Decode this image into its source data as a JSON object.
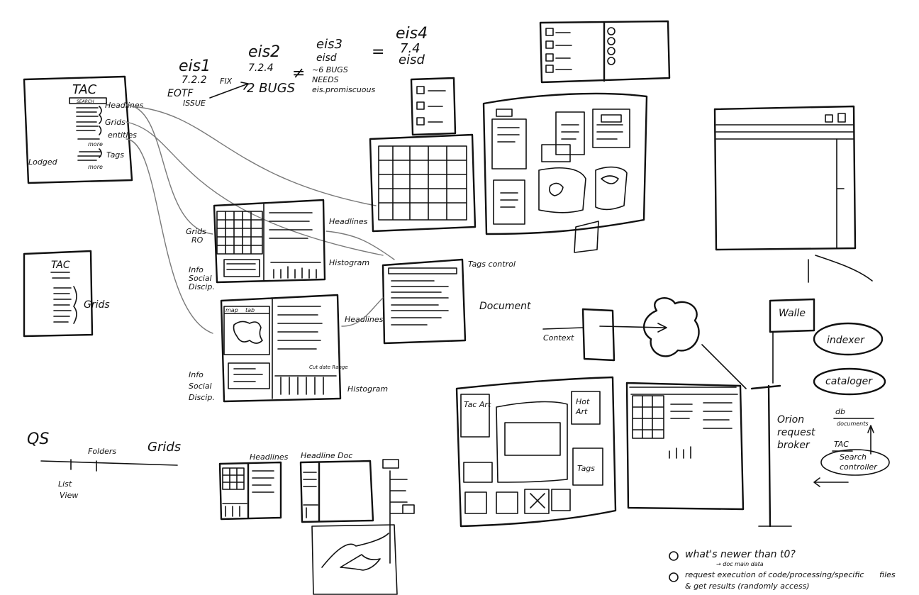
{
  "versions": {
    "v1": {
      "name": "eis1",
      "ver": "7.2.2",
      "note1": "EOTF",
      "note2": "ISSUE"
    },
    "fix": "FIX",
    "v2": {
      "name": "eis2",
      "ver": "7.2.4",
      "note": "2 BUGS"
    },
    "neq": "≠",
    "v3": {
      "name": "eis3",
      "ver": "eisd",
      "note1": "~6 BUGS",
      "note2": "NEEDS",
      "note3": "eis.promiscuous"
    },
    "eq": "=",
    "v4": {
      "name": "eis4",
      "ver": "7.4",
      "sub": "eisd"
    }
  },
  "tac_main": {
    "title": "TAC",
    "search": "SEARCH",
    "labels": [
      "Headlines",
      "Grids",
      "entities",
      "Tags"
    ],
    "left": "Lodged",
    "minor": [
      "more",
      "more"
    ]
  },
  "tac_small": {
    "title": "TAC",
    "label": "Grids"
  },
  "layout_a": {
    "left1": "Grids",
    "left2": "RO",
    "right1": "Headlines",
    "right2": "Histogram",
    "info": [
      "Info",
      "Social",
      "Discip."
    ]
  },
  "layout_b": {
    "tab1": "map",
    "tab2": "tab",
    "right1": "Headlines",
    "right2": "Histogram",
    "info": [
      "Info",
      "Social",
      "Discip."
    ],
    "note": "Cut date Range"
  },
  "doc_view": {
    "right1": "Tags control",
    "right2": "Document"
  },
  "qs": {
    "title": "QS",
    "folders": "Folders",
    "grids": "Grids",
    "list": "List",
    "view": "View"
  },
  "mini": {
    "h1": "Headlines",
    "h2": "Headline Doc"
  },
  "arch": {
    "context": "Context",
    "white": "Walle",
    "indexer": "indexer",
    "cataloger": "cataloger",
    "broker": [
      "Orion",
      "request",
      "broker"
    ],
    "db": "db",
    "docs": "documents",
    "tac": "TAC",
    "search": [
      "Search",
      "controller"
    ]
  },
  "dash": {
    "left": "Tac Art",
    "hot": [
      "Hot",
      "Art"
    ],
    "tags": [
      "Tags"
    ]
  },
  "notes": {
    "n1": "what's newer than t0?",
    "n1b": "→ doc main data",
    "n2": "request execution of code/processing/specific",
    "n2b": "& get results (randomly access)",
    "n2c": "files"
  }
}
